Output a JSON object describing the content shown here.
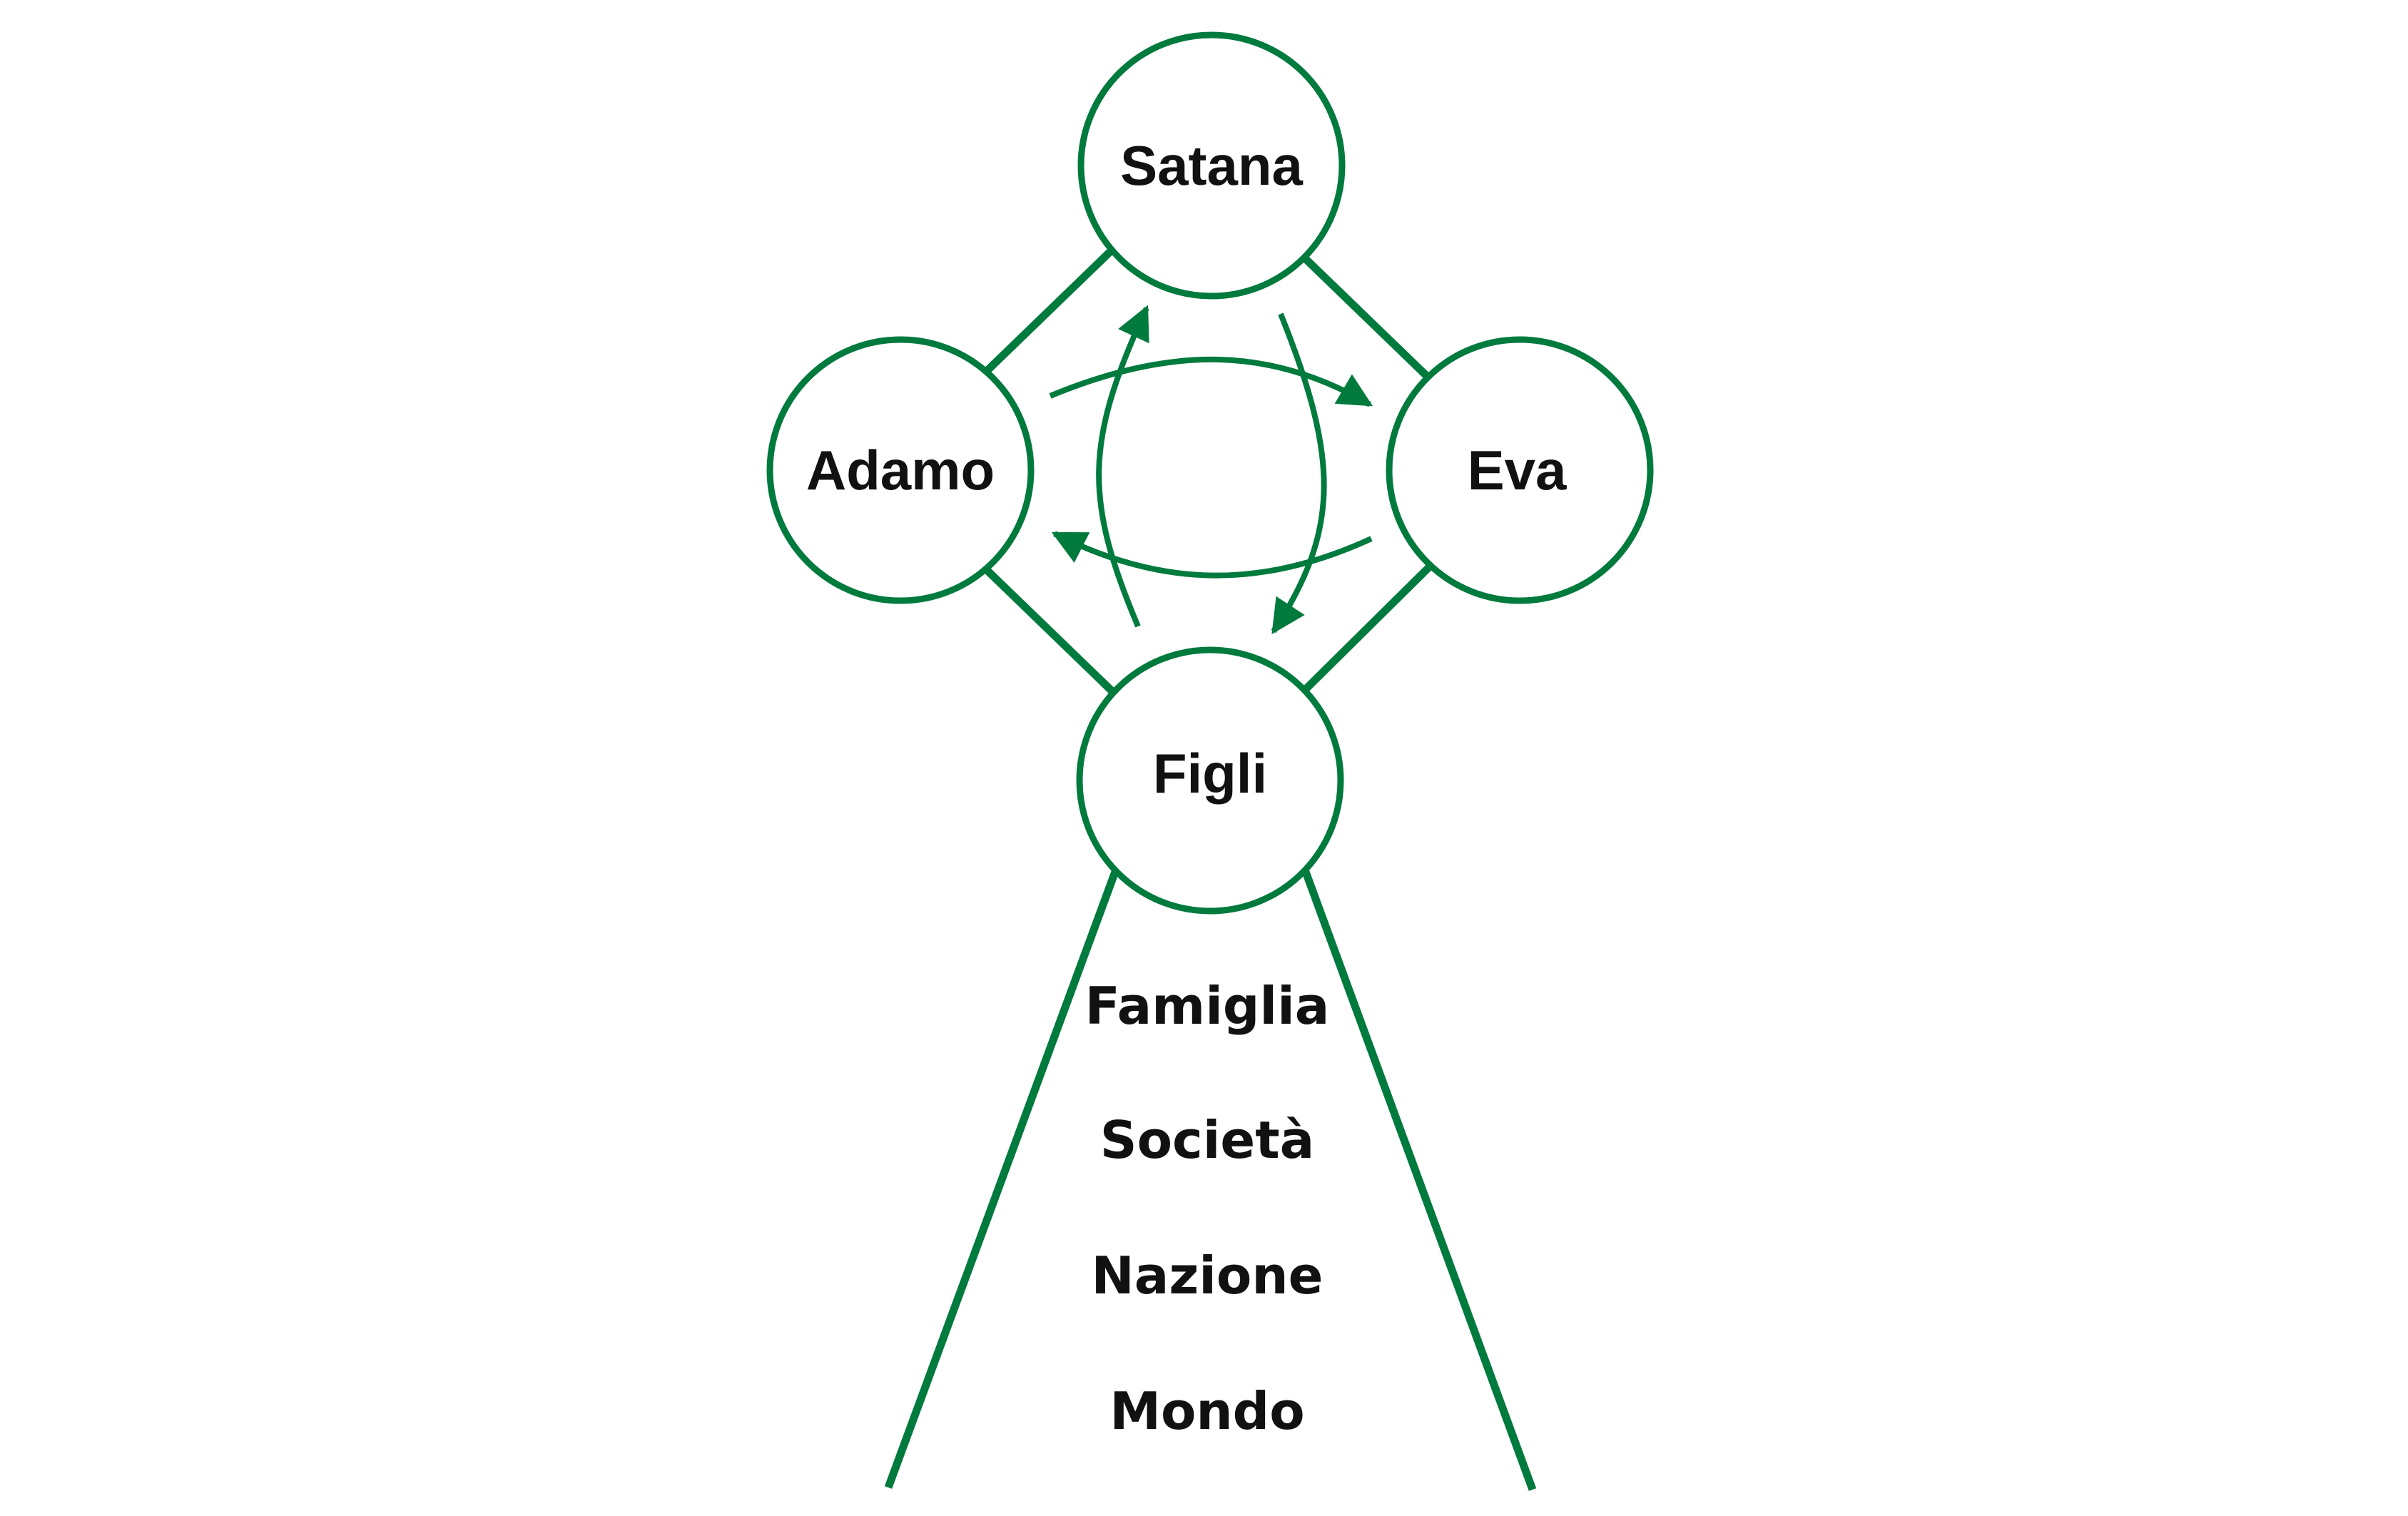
{
  "colors": {
    "stroke": "#007a3d",
    "text": "#111111",
    "background": "#ffffff"
  },
  "nodes": {
    "satana": "Satana",
    "adamo": "Adamo",
    "eva": "Eva",
    "figli": "Figli"
  },
  "levels": [
    "Famiglia",
    "Società",
    "Nazione",
    "Mondo"
  ],
  "relations": [
    {
      "from": "adamo",
      "to": "eva",
      "arrow": true
    },
    {
      "from": "eva",
      "to": "adamo",
      "arrow": true
    },
    {
      "from": "satana",
      "to": "figli",
      "arrow": true
    },
    {
      "from": "figli",
      "to": "satana",
      "arrow": true
    }
  ]
}
